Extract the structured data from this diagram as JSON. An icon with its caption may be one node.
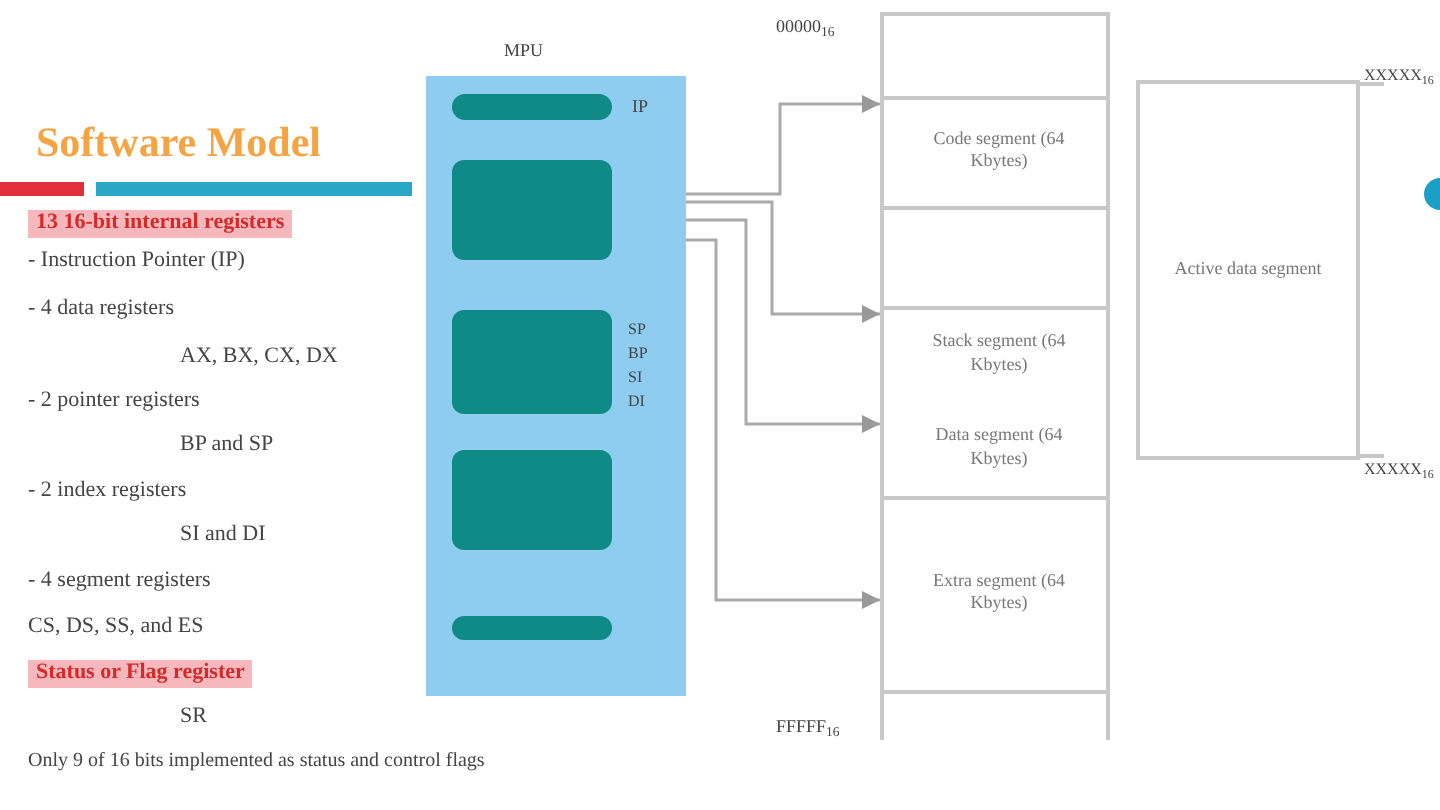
{
  "diagram": {
    "title": "Software Model",
    "nodes": [
      {
        "text": [],
        "shape": "box"
      },
      {
        "text": [],
        "shape": "bar",
        "in": 0
      },
      {
        "text": [],
        "shape": "box",
        "in": 0
      },
      {
        "text": [],
        "shape": "box",
        "in": 0
      },
      {
        "text": [],
        "shape": "box",
        "in": 0
      },
      {
        "text": [],
        "shape": "bar",
        "in": 0
      },
      {
        "text": [],
        "shape": "box"
      },
      {
        "text": [
          "Code segment (64 Kbytes)"
        ],
        "in": 6
      },
      {
        "text": [
          "Stack segment (64 Kbytes)"
        ],
        "in": 6
      },
      {
        "text": [
          "Data segment (64 Kbytes)"
        ],
        "in": 6
      },
      {
        "text": [
          "Extra segment (64 Kbytes)"
        ],
        "in": 6
      },
      {
        "text": [
          "Active data segment"
        ]
      }
    ],
    "edges": [
      {
        "from": 2,
        "to": 7,
        "arrow": "to"
      },
      {
        "from": 2,
        "to": 8,
        "arrow": "to"
      },
      {
        "from": 2,
        "to": 9,
        "arrow": "to"
      },
      {
        "from": 2,
        "to": 10,
        "arrow": "to"
      }
    ],
    "labels": [
      "13 16-bit internal registers",
      "- Instruction Pointer (IP)",
      "- 4 data registers",
      "AX, BX, CX, DX",
      "- 2 pointer registers",
      "BP and SP",
      "- 2 index registers",
      "SI and DI",
      "- 4 segment registers",
      "CS, DS, SS, and ES",
      "Status or Flag register",
      "SR",
      "Only 9 of 16 bits implemented as status and control flags",
      "MPU",
      "IP",
      "SP",
      "BP",
      "SI",
      "DI",
      "00000$_{16}$",
      "FFFFF$_{16}$",
      "XXXXX$_{16}$",
      "XXXXX$_{16}$"
    ]
  }
}
